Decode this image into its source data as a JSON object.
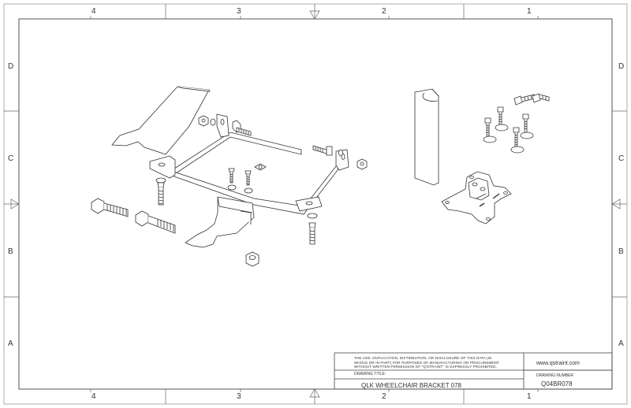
{
  "drawing": {
    "zones_top": [
      "4",
      "3",
      "2",
      "1"
    ],
    "zones_bottom": [
      "4",
      "3",
      "2",
      "1"
    ],
    "zones_left": [
      "D",
      "C",
      "B",
      "A"
    ],
    "zones_right": [
      "D",
      "C",
      "B",
      "A"
    ]
  },
  "title_block": {
    "notice": "THE USE, DUPLICATION, DISTRIBUTION, OR DISCLOSURE OF THIS DATA (IN WHOLE OR IN PART) FOR PURPOSES OF MANUFACTURING OR PROCUREMENT WITHOUT WRITTEN PERMISSION OF \"Q'STRAINT\" IS EXPRESSLY PROHIBITED.",
    "drawing_title_label": "DRAWING TITLE:",
    "drawing_title": "QLK WHEELCHAIR BRACKET 078",
    "website": "www.qstraint.com",
    "drawing_number_label": "DRAWING NUMBER",
    "drawing_number": "Q04BR078"
  }
}
